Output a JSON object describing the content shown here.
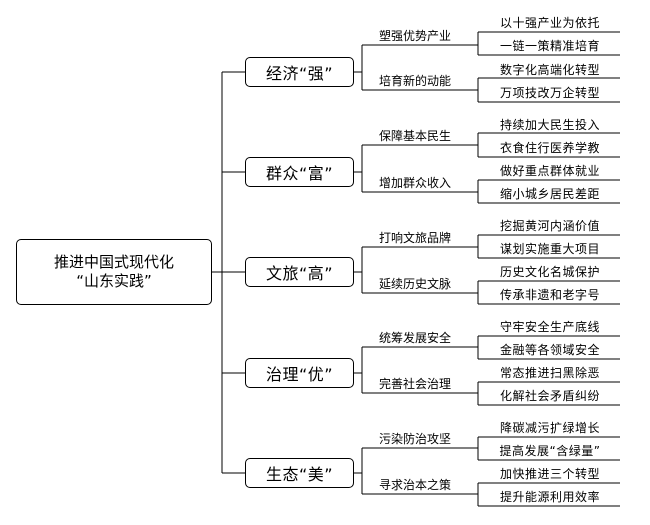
{
  "root": {
    "line1": "推进中国式现代化",
    "line2": "“山东实践”"
  },
  "branches": [
    {
      "label": "经济“强”",
      "subs": [
        {
          "label": "塑强优势产业",
          "leaves": [
            "以十强产业为依托",
            "一链一策精准培育"
          ]
        },
        {
          "label": "培育新的动能",
          "leaves": [
            "数字化高端化转型",
            "万项技改万企转型"
          ]
        }
      ]
    },
    {
      "label": "群众“富”",
      "subs": [
        {
          "label": "保障基本民生",
          "leaves": [
            "持续加大民生投入",
            "衣食住行医养学教"
          ]
        },
        {
          "label": "增加群众收入",
          "leaves": [
            "做好重点群体就业",
            "缩小城乡居民差距"
          ]
        }
      ]
    },
    {
      "label": "文旅“高”",
      "subs": [
        {
          "label": "打响文旅品牌",
          "leaves": [
            "挖掘黄河内涵价值",
            "谋划实施重大项目"
          ]
        },
        {
          "label": "延续历史文脉",
          "leaves": [
            "历史文化名城保护",
            "传承非遗和老字号"
          ]
        }
      ]
    },
    {
      "label": "治理“优”",
      "subs": [
        {
          "label": "统筹发展安全",
          "leaves": [
            "守牢安全生产底线",
            "金融等各领域安全"
          ]
        },
        {
          "label": "完善社会治理",
          "leaves": [
            "常态推进扫黑除恶",
            "化解社会矛盾纠纷"
          ]
        }
      ]
    },
    {
      "label": "生态“美”",
      "subs": [
        {
          "label": "污染防治攻坚",
          "leaves": [
            "降碳减污扩绿增长",
            "提高发展“含绿量”"
          ]
        },
        {
          "label": "寻求治本之策",
          "leaves": [
            "加快推进三个转型",
            "提升能源利用效率"
          ]
        }
      ]
    }
  ]
}
